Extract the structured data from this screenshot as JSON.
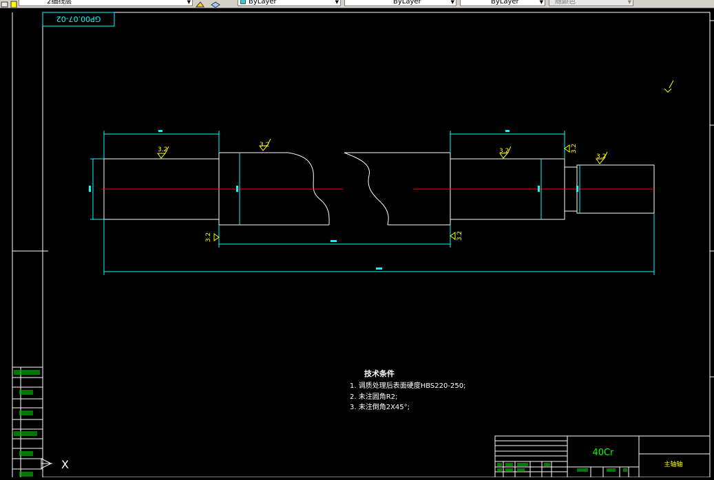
{
  "toolbar": {
    "layer_name": "2细线层",
    "color_value": "ByLayer",
    "linetype_value": "ByLayer",
    "lineweight_value": "ByLayer",
    "plotstyle_value": "随颜色"
  },
  "drawing": {
    "code_stamp": "GP00.07-02",
    "roughness_a": "3.2",
    "roughness_b": "3.2",
    "roughness_c": "3.2",
    "roughness_d": "3.2",
    "roughness_e": "3.2",
    "roughness_f": "3.2",
    "roughness_g": "3.2",
    "notes_title": "技术条件",
    "note_1": "1. 调质处理后表面硬度HBS220-250;",
    "note_2": "2. 未注圆角R2;",
    "note_3": "3. 未注倒角2X45°;",
    "material": "40Cr",
    "part_name": "主轴轴",
    "axis_label": "X"
  },
  "colors": {
    "outline": "#ffffff",
    "dimension": "#00ffff",
    "centerline": "#ff0000",
    "annotation": "#ffff00",
    "title_block": "#00ff00",
    "background": "#000000"
  }
}
